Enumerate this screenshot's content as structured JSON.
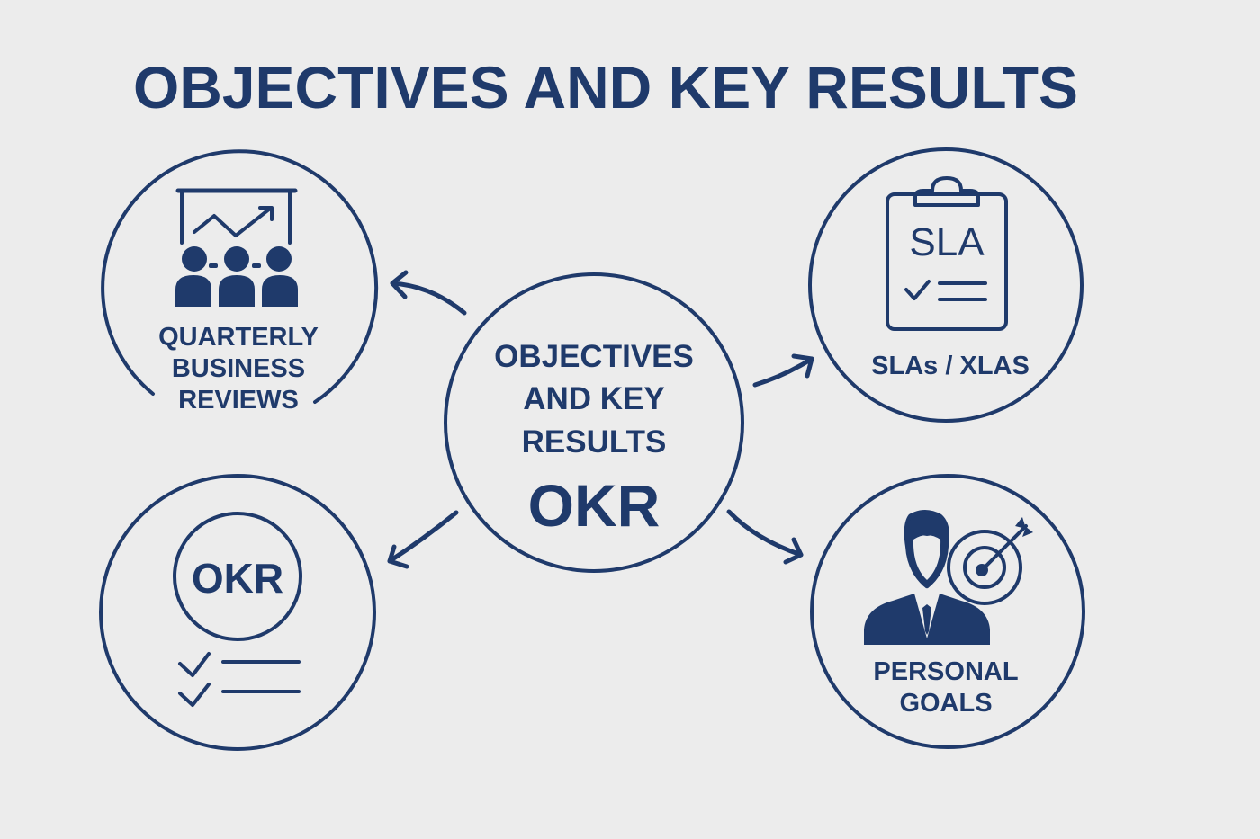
{
  "title": "OBJECTIVES AND KEY RESULTS",
  "colors": {
    "primary": "#1f3a6b",
    "background": "#ececec"
  },
  "center_node": {
    "lines": [
      "OBJECTIVES",
      "AND KEY",
      "RESULTS"
    ],
    "acronym": "OKR"
  },
  "nodes": {
    "quarterly_business_reviews": {
      "icon": "presentation-chart-team-icon",
      "lines": [
        "QUARTERLY",
        "BUSINESS",
        "REVIEWS"
      ]
    },
    "slas_xlas": {
      "icon": "clipboard-sla-icon",
      "icon_text": "SLA",
      "lines": [
        "SLAs / XLAS"
      ]
    },
    "okr": {
      "icon": "okr-checklist-icon",
      "icon_text": "OKR"
    },
    "personal_goals": {
      "icon": "person-target-icon",
      "lines": [
        "PERSONAL",
        "GOALS"
      ]
    }
  },
  "edges": [
    {
      "from": "center",
      "to": "quarterly_business_reviews"
    },
    {
      "from": "center",
      "to": "slas_xlas"
    },
    {
      "from": "center",
      "to": "okr"
    },
    {
      "from": "center",
      "to": "personal_goals"
    }
  ]
}
